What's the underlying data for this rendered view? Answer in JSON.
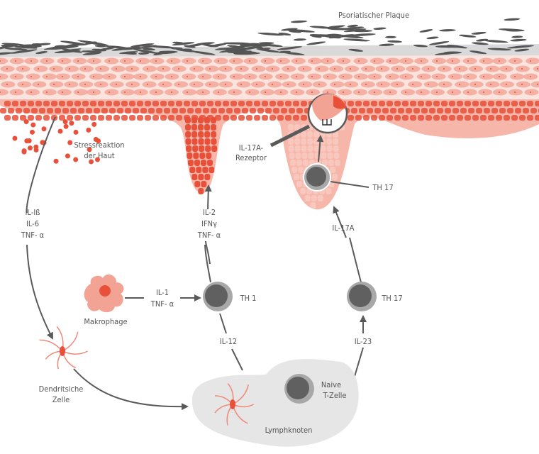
{
  "labels": {
    "plaque": "Psoriatischer Plaque",
    "stress_1": "Stressreaktion",
    "stress_2": "der Haut",
    "receptor_1": "IL-17A-",
    "receptor_2": "Rezeptor",
    "th17_skin": "TH 17",
    "left_cytokines": [
      "IL-Iß",
      "IL-6",
      "TNF- α"
    ],
    "mid_cytokines": [
      "IL-2",
      "IFNγ",
      "TNF- α"
    ],
    "il17a": "IL-17A",
    "macro_cytokines": [
      "IL-1",
      "TNF- α"
    ],
    "th1": "TH 1",
    "th17": "TH 17",
    "macrophage": "Makrophage",
    "il12": "IL-12",
    "il23": "IL-23",
    "dendritic_1": "Dendritsiche",
    "dendritic_2": "Zelle",
    "naive_1": "Naive",
    "naive_2": "T-Zelle",
    "lymph": "Lymphknoten"
  },
  "colors": {
    "cell_red": "#e8503a",
    "cell_pink": "#f3a394",
    "cell_light": "#f8c7bd",
    "tcell_dark": "#606060",
    "tcell_ring": "#a8a8a8",
    "lymph_bg": "#e6e6e6",
    "arrow": "#5a5a5a"
  }
}
